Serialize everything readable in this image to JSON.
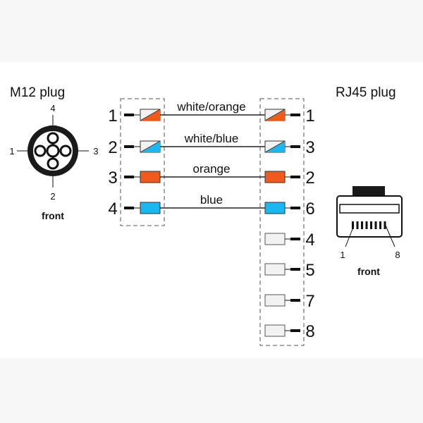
{
  "m12": {
    "title": "M12 plug",
    "front_label": "front",
    "pin_labels": {
      "top": "4",
      "left": "1",
      "right": "3",
      "bottom": "2"
    }
  },
  "rj45": {
    "title": "RJ45 plug",
    "front_label": "front",
    "pin_label_left": "1",
    "pin_label_right": "8"
  },
  "colors": {
    "orange": "#f05a1a",
    "blue": "#1ab7f0",
    "white": "#f2f2f2",
    "wire": "#222222"
  },
  "connections": [
    {
      "m12_pin": "1",
      "rj45_pin": "1",
      "wire_label": "white/orange",
      "color": "orange",
      "striped": true
    },
    {
      "m12_pin": "2",
      "rj45_pin": "3",
      "wire_label": "white/blue",
      "color": "blue",
      "striped": true
    },
    {
      "m12_pin": "3",
      "rj45_pin": "2",
      "wire_label": "orange",
      "color": "orange",
      "striped": false
    },
    {
      "m12_pin": "4",
      "rj45_pin": "6",
      "wire_label": "blue",
      "color": "blue",
      "striped": false
    }
  ],
  "unused_rj45_pins": [
    "4",
    "5",
    "7",
    "8"
  ]
}
